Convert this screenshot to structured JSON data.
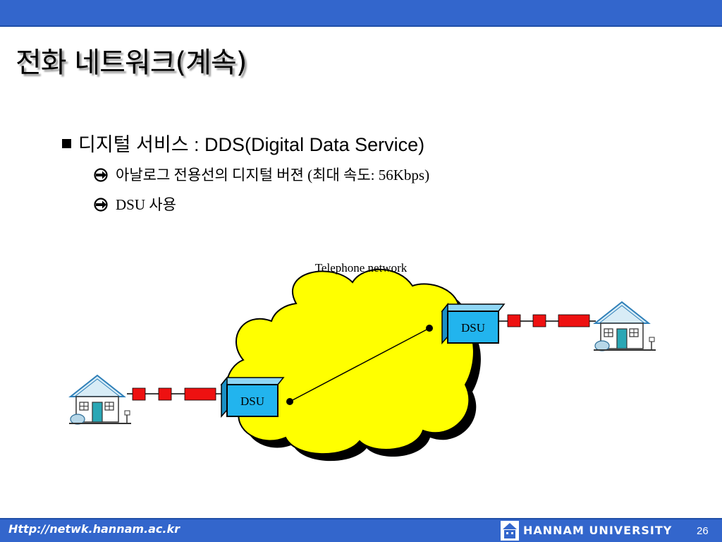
{
  "slide": {
    "title": "전화 네트워크(계속)",
    "bullet_main": "디지털 서비스 : DDS(Digital Data Service)",
    "sub_bullets": [
      "아날로그 전용선의 디지털 버젼 (최대 속도: 56Kbps)",
      "DSU 사용"
    ]
  },
  "diagram": {
    "cloud_label": "Telephone network",
    "dsu_left_label": "DSU",
    "dsu_right_label": "DSU",
    "colors": {
      "cloud_fill": "#ffff00",
      "dsu_fill": "#22b4ee",
      "signal_block": "#ee1111",
      "house_roof": "#d8ecf6"
    }
  },
  "footer": {
    "url": "Http://netwk.hannam.ac.kr",
    "university": "HANNAM UNIVERSITY",
    "page_number": "26",
    "colors": {
      "bar": "#3366cc"
    }
  }
}
